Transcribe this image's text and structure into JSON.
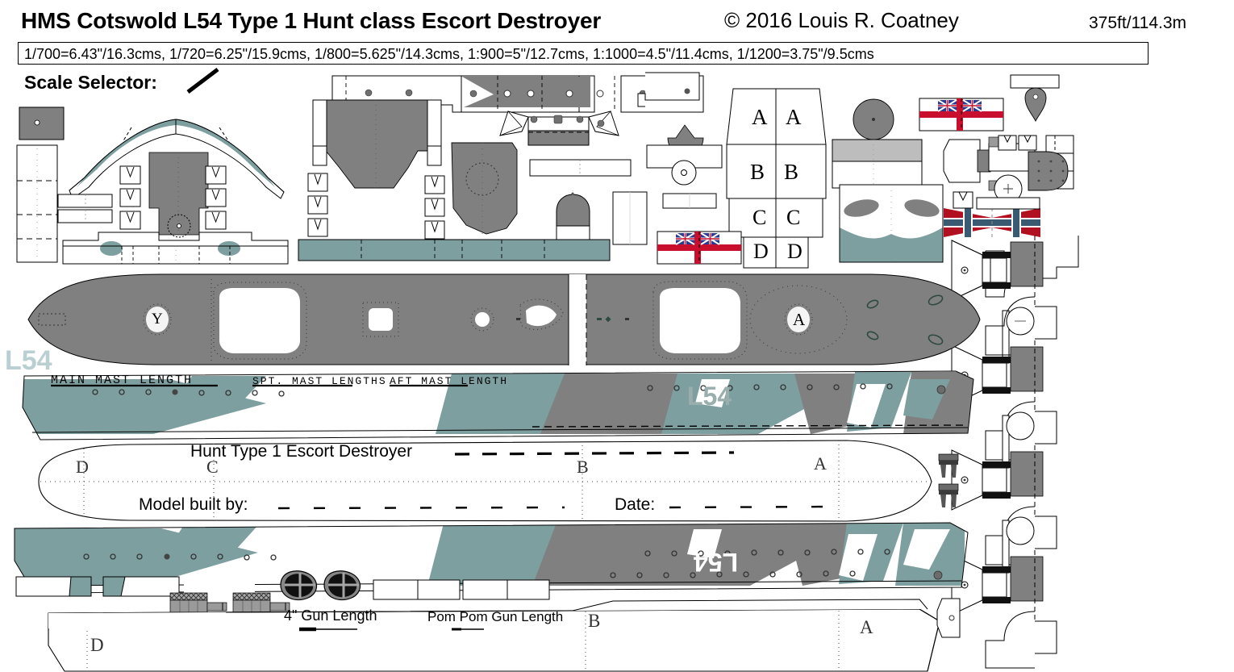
{
  "header": {
    "title": "HMS Cotswold L54 Type 1 Hunt class Escort Destroyer",
    "copyright": "© 2016  Louis R. Coatney",
    "length_spec": "375ft/114.3m",
    "scale_text": "1/700=6.43\"/16.3cms, 1/720=6.25\"/15.9cms, 1/800=5.625\"/14.3cms, 1:900=5\"/12.7cms, 1:1000=4.5\"/11.4cms, 1/1200=3.75\"/9.5cms",
    "scale_selector_label": "Scale Selector:"
  },
  "watermarks": {
    "deck_left": "L54",
    "hull_upper": "L54",
    "hull_lower": "L54"
  },
  "mast_labels": [
    {
      "text": "MAIN MAST LENGTH"
    },
    {
      "text": "SPT. MAST LENGTHS"
    },
    {
      "text": "AFT MAST LENGTH"
    }
  ],
  "hull_labels": {
    "ship_type": "Hunt Type 1 Escort Destroyer",
    "builder_field": "Model built by:",
    "date_field": "Date:"
  },
  "gun_labels": [
    {
      "text": "4\" Gun Length"
    },
    {
      "text": "Pom Pom Gun Length"
    }
  ],
  "deck_position_marks": [
    {
      "text": "Y"
    },
    {
      "text": "A"
    }
  ],
  "hull_station_marks_mid": [
    "D",
    "C",
    "B",
    "A"
  ],
  "hull_station_marks_bottom": [
    "D",
    "B",
    "A"
  ],
  "turret_tabs": [
    {
      "text": "A"
    },
    {
      "text": "A"
    },
    {
      "text": "B"
    },
    {
      "text": "B"
    },
    {
      "text": "C"
    },
    {
      "text": "C"
    },
    {
      "text": "D"
    },
    {
      "text": "D"
    }
  ],
  "flags": [
    {
      "name": "white-ensign",
      "colors": [
        "#ffffff",
        "#c8102e",
        "#2a3b8f"
      ]
    },
    {
      "name": "white-ensign",
      "colors": [
        "#ffffff",
        "#c8102e",
        "#2a3b8f"
      ]
    },
    {
      "name": "norwegian-flag",
      "colors": [
        "#b01020",
        "#ffffff",
        "#3a5a72"
      ]
    }
  ],
  "colors": {
    "hull_gray": "#808080",
    "camo_teal": "#7d9fa0",
    "light_gray": "#bdbdbd",
    "outline": "#000000",
    "watermark": "#b9cfd2",
    "flag_red": "#c8102e",
    "flag_blue": "#2a3b8f",
    "norway_red": "#b01020",
    "norway_blue": "#3a5a72",
    "paper": "#ffffff"
  }
}
